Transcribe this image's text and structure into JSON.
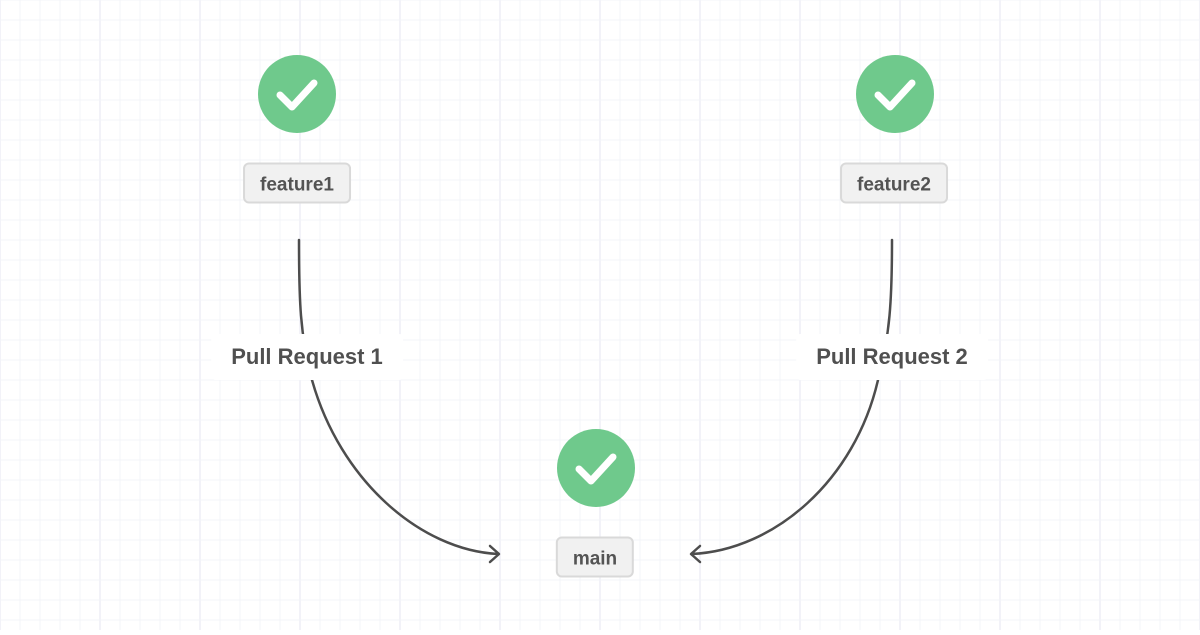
{
  "branches": {
    "feature1": {
      "label": "feature1",
      "status": "success"
    },
    "feature2": {
      "label": "feature2",
      "status": "success"
    },
    "main": {
      "label": "main",
      "status": "success"
    }
  },
  "pull_requests": [
    {
      "label": "Pull Request 1",
      "from": "feature1",
      "to": "main"
    },
    {
      "label": "Pull Request 2",
      "from": "feature2",
      "to": "main"
    }
  ],
  "colors": {
    "success": "#6fc98c",
    "edge": "#4d4d4d",
    "label_text": "#505050",
    "grid": "#e9eaf2"
  }
}
